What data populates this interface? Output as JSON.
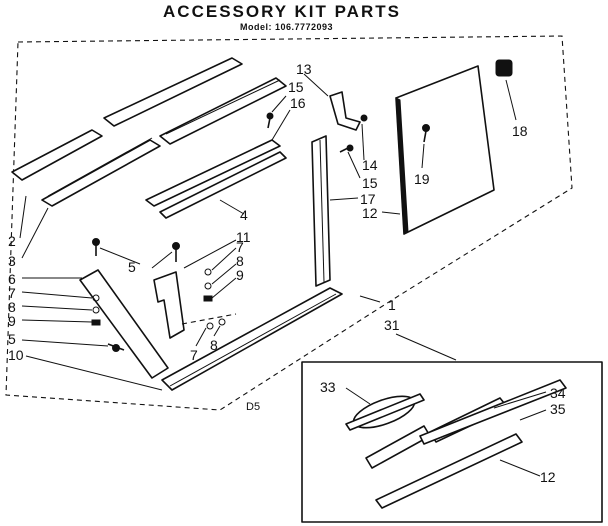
{
  "header": {
    "title": "ACCESSORY KIT PARTS",
    "model": "Model: 106.7772093"
  },
  "diagram_code": "D5",
  "callouts": [
    "2",
    "3",
    "6",
    "7",
    "8",
    "9",
    "5",
    "10",
    "5",
    "11",
    "7",
    "8",
    "9",
    "7",
    "8",
    "4",
    "13",
    "15",
    "16",
    "14",
    "15",
    "17",
    "12",
    "19",
    "18",
    "1",
    "31",
    "33",
    "34",
    "35",
    "12"
  ]
}
